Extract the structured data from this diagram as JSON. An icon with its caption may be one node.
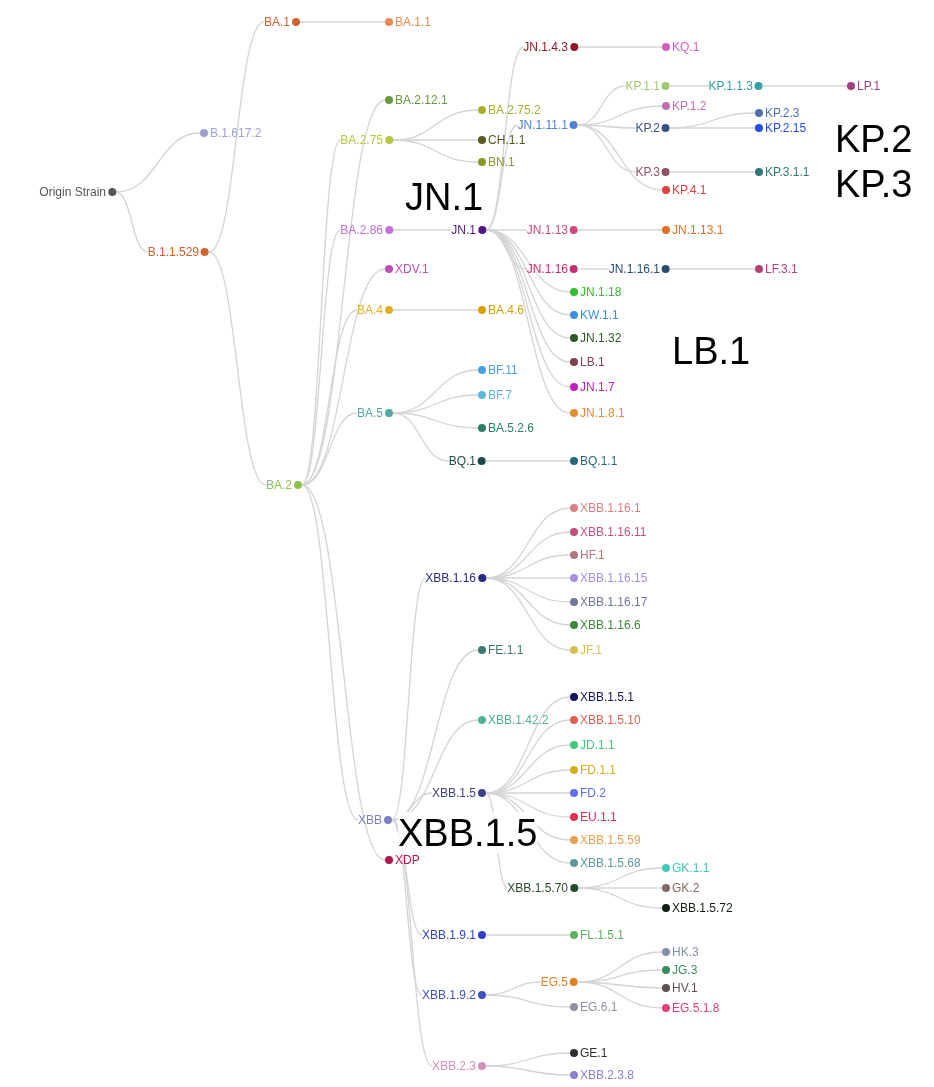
{
  "diagram": {
    "nodes": [
      {
        "text": [
          "Origin Strain"
        ]
      },
      {
        "text": [
          "B.1.617.2"
        ]
      },
      {
        "text": [
          "B.1.1.529"
        ]
      },
      {
        "text": [
          "BA.1"
        ]
      },
      {
        "text": [
          "BA.1.1"
        ]
      },
      {
        "text": [
          "BA.2"
        ]
      },
      {
        "text": [
          "BA.2.12.1"
        ]
      },
      {
        "text": [
          "BA.2.75"
        ]
      },
      {
        "text": [
          "BA.2.86"
        ]
      },
      {
        "text": [
          "XDV.1"
        ]
      },
      {
        "text": [
          "BA.4"
        ]
      },
      {
        "text": [
          "BA.5"
        ]
      },
      {
        "text": [
          "XBB"
        ]
      },
      {
        "text": [
          "XDP"
        ]
      },
      {
        "text": [
          "BA.2.75.2"
        ]
      },
      {
        "text": [
          "CH.1.1"
        ]
      },
      {
        "text": [
          "BN.1"
        ]
      },
      {
        "text": [
          "JN.1"
        ]
      },
      {
        "text": [
          "BA.4.6"
        ]
      },
      {
        "text": [
          "BF.11"
        ]
      },
      {
        "text": [
          "BF.7"
        ]
      },
      {
        "text": [
          "BA.5.2.6"
        ]
      },
      {
        "text": [
          "BQ.1"
        ]
      },
      {
        "text": [
          "JN.1.4.3"
        ]
      },
      {
        "text": [
          "JN.1.11.1"
        ]
      },
      {
        "text": [
          "JN.1.13"
        ]
      },
      {
        "text": [
          "JN.1.16"
        ]
      },
      {
        "text": [
          "JN.1.18"
        ]
      },
      {
        "text": [
          "KW.1.1"
        ]
      },
      {
        "text": [
          "JN.1.32"
        ]
      },
      {
        "text": [
          "LB.1"
        ]
      },
      {
        "text": [
          "JN.1.7"
        ]
      },
      {
        "text": [
          "JN.1.8.1"
        ]
      },
      {
        "text": [
          "BQ.1.1"
        ]
      },
      {
        "text": [
          "KQ.1"
        ]
      },
      {
        "text": [
          "KP.1.1"
        ]
      },
      {
        "text": [
          "KP.1.2"
        ]
      },
      {
        "text": [
          "KP.2"
        ]
      },
      {
        "text": [
          "KP.3"
        ]
      },
      {
        "text": [
          "KP.4.1"
        ]
      },
      {
        "text": [
          "JN.1.13.1"
        ]
      },
      {
        "text": [
          "JN.1.16.1"
        ]
      },
      {
        "text": [
          "KP.1.1.3"
        ]
      },
      {
        "text": [
          "KP.2.3"
        ]
      },
      {
        "text": [
          "KP.2.15"
        ]
      },
      {
        "text": [
          "KP.3.1.1"
        ]
      },
      {
        "text": [
          "LF.3.1"
        ]
      },
      {
        "text": [
          "LP.1"
        ]
      },
      {
        "text": [
          "XBB.1.16"
        ]
      },
      {
        "text": [
          "FE.1.1"
        ]
      },
      {
        "text": [
          "XBB.1.42.2"
        ]
      },
      {
        "text": [
          "XBB.1.5"
        ]
      },
      {
        "text": [
          "XBB.1.9.1"
        ]
      },
      {
        "text": [
          "XBB.1.9.2"
        ]
      },
      {
        "text": [
          "XBB.2.3"
        ]
      },
      {
        "text": [
          "XBB.1.16.1"
        ]
      },
      {
        "text": [
          "XBB.1.16.11"
        ]
      },
      {
        "text": [
          "HF.1"
        ]
      },
      {
        "text": [
          "XBB.1.16.15"
        ]
      },
      {
        "text": [
          "XBB.1.16.17"
        ]
      },
      {
        "text": [
          "XBB.1.16.6"
        ]
      },
      {
        "text": [
          "JF.1"
        ]
      },
      {
        "text": [
          "XBB.1.5.1"
        ]
      },
      {
        "text": [
          "XBB.1.5.10"
        ]
      },
      {
        "text": [
          "JD.1.1"
        ]
      },
      {
        "text": [
          "FD.1.1"
        ]
      },
      {
        "text": [
          "FD.2"
        ]
      },
      {
        "text": [
          "EU.1.1"
        ]
      },
      {
        "text": [
          "XBB.1.5.59"
        ]
      },
      {
        "text": [
          "XBB.1.5.68"
        ]
      },
      {
        "text": [
          "XBB.1.5.70"
        ]
      },
      {
        "text": [
          "FL.1.5.1"
        ]
      },
      {
        "text": [
          "EG.5"
        ]
      },
      {
        "text": [
          "EG.6.1"
        ]
      },
      {
        "text": [
          "GE.1"
        ]
      },
      {
        "text": [
          "XBB.2.3.8"
        ]
      },
      {
        "text": [
          "GK.1.1"
        ]
      },
      {
        "text": [
          "GK.2"
        ]
      },
      {
        "text": [
          "XBB.1.5.72"
        ]
      },
      {
        "text": [
          "HK.3"
        ]
      },
      {
        "text": [
          "JG.3"
        ]
      },
      {
        "text": [
          "HV.1"
        ]
      },
      {
        "text": [
          "EG.5.1.8"
        ]
      }
    ],
    "edges": [
      {
        "from": 0,
        "to": 1,
        "arrow": "none"
      },
      {
        "from": 0,
        "to": 2,
        "arrow": "none"
      },
      {
        "from": 2,
        "to": 3,
        "arrow": "none"
      },
      {
        "from": 3,
        "to": 4,
        "arrow": "none"
      },
      {
        "from": 2,
        "to": 5,
        "arrow": "none"
      },
      {
        "from": 5,
        "to": 6,
        "arrow": "none"
      },
      {
        "from": 5,
        "to": 7,
        "arrow": "none"
      },
      {
        "from": 5,
        "to": 8,
        "arrow": "none"
      },
      {
        "from": 5,
        "to": 9,
        "arrow": "none"
      },
      {
        "from": 5,
        "to": 10,
        "arrow": "none"
      },
      {
        "from": 5,
        "to": 11,
        "arrow": "none"
      },
      {
        "from": 5,
        "to": 12,
        "arrow": "none"
      },
      {
        "from": 5,
        "to": 13,
        "arrow": "none"
      },
      {
        "from": 7,
        "to": 14,
        "arrow": "none"
      },
      {
        "from": 7,
        "to": 15,
        "arrow": "none"
      },
      {
        "from": 7,
        "to": 16,
        "arrow": "none"
      },
      {
        "from": 8,
        "to": 17,
        "arrow": "none"
      },
      {
        "from": 10,
        "to": 18,
        "arrow": "none"
      },
      {
        "from": 11,
        "to": 19,
        "arrow": "none"
      },
      {
        "from": 11,
        "to": 20,
        "arrow": "none"
      },
      {
        "from": 11,
        "to": 21,
        "arrow": "none"
      },
      {
        "from": 11,
        "to": 22,
        "arrow": "none"
      },
      {
        "from": 17,
        "to": 23,
        "arrow": "none"
      },
      {
        "from": 17,
        "to": 24,
        "arrow": "none"
      },
      {
        "from": 17,
        "to": 25,
        "arrow": "none"
      },
      {
        "from": 17,
        "to": 26,
        "arrow": "none"
      },
      {
        "from": 17,
        "to": 27,
        "arrow": "none"
      },
      {
        "from": 17,
        "to": 28,
        "arrow": "none"
      },
      {
        "from": 17,
        "to": 29,
        "arrow": "none"
      },
      {
        "from": 17,
        "to": 30,
        "arrow": "none"
      },
      {
        "from": 17,
        "to": 31,
        "arrow": "none"
      },
      {
        "from": 17,
        "to": 32,
        "arrow": "none"
      },
      {
        "from": 22,
        "to": 33,
        "arrow": "none"
      },
      {
        "from": 23,
        "to": 34,
        "arrow": "none"
      },
      {
        "from": 24,
        "to": 35,
        "arrow": "none"
      },
      {
        "from": 24,
        "to": 36,
        "arrow": "none"
      },
      {
        "from": 24,
        "to": 37,
        "arrow": "none"
      },
      {
        "from": 24,
        "to": 38,
        "arrow": "none"
      },
      {
        "from": 24,
        "to": 39,
        "arrow": "none"
      },
      {
        "from": 25,
        "to": 40,
        "arrow": "none"
      },
      {
        "from": 26,
        "to": 41,
        "arrow": "none"
      },
      {
        "from": 35,
        "to": 42,
        "arrow": "none"
      },
      {
        "from": 37,
        "to": 43,
        "arrow": "none"
      },
      {
        "from": 37,
        "to": 44,
        "arrow": "none"
      },
      {
        "from": 38,
        "to": 45,
        "arrow": "none"
      },
      {
        "from": 41,
        "to": 46,
        "arrow": "none"
      },
      {
        "from": 42,
        "to": 47,
        "arrow": "none"
      },
      {
        "from": 12,
        "to": 48,
        "arrow": "none"
      },
      {
        "from": 12,
        "to": 49,
        "arrow": "none"
      },
      {
        "from": 12,
        "to": 50,
        "arrow": "none"
      },
      {
        "from": 12,
        "to": 51,
        "arrow": "none"
      },
      {
        "from": 12,
        "to": 52,
        "arrow": "none"
      },
      {
        "from": 12,
        "to": 53,
        "arrow": "none"
      },
      {
        "from": 12,
        "to": 54,
        "arrow": "none"
      },
      {
        "from": 48,
        "to": 55,
        "arrow": "none"
      },
      {
        "from": 48,
        "to": 56,
        "arrow": "none"
      },
      {
        "from": 48,
        "to": 57,
        "arrow": "none"
      },
      {
        "from": 48,
        "to": 58,
        "arrow": "none"
      },
      {
        "from": 48,
        "to": 59,
        "arrow": "none"
      },
      {
        "from": 48,
        "to": 60,
        "arrow": "none"
      },
      {
        "from": 48,
        "to": 61,
        "arrow": "none"
      },
      {
        "from": 51,
        "to": 62,
        "arrow": "none"
      },
      {
        "from": 51,
        "to": 63,
        "arrow": "none"
      },
      {
        "from": 51,
        "to": 64,
        "arrow": "none"
      },
      {
        "from": 51,
        "to": 65,
        "arrow": "none"
      },
      {
        "from": 51,
        "to": 66,
        "arrow": "none"
      },
      {
        "from": 51,
        "to": 67,
        "arrow": "none"
      },
      {
        "from": 51,
        "to": 68,
        "arrow": "none"
      },
      {
        "from": 51,
        "to": 69,
        "arrow": "none"
      },
      {
        "from": 51,
        "to": 70,
        "arrow": "none"
      },
      {
        "from": 52,
        "to": 71,
        "arrow": "none"
      },
      {
        "from": 53,
        "to": 72,
        "arrow": "none"
      },
      {
        "from": 53,
        "to": 73,
        "arrow": "none"
      },
      {
        "from": 54,
        "to": 74,
        "arrow": "none"
      },
      {
        "from": 54,
        "to": 75,
        "arrow": "none"
      },
      {
        "from": 70,
        "to": 76,
        "arrow": "none"
      },
      {
        "from": 70,
        "to": 77,
        "arrow": "none"
      },
      {
        "from": 70,
        "to": 78,
        "arrow": "none"
      },
      {
        "from": 72,
        "to": 79,
        "arrow": "none"
      },
      {
        "from": 72,
        "to": 80,
        "arrow": "none"
      },
      {
        "from": 72,
        "to": 81,
        "arrow": "none"
      },
      {
        "from": 72,
        "to": 82,
        "arrow": "none"
      }
    ],
    "labels": [
      "JN.1",
      "KP.2",
      "KP.3",
      "LB.1",
      "XBB.1.5"
    ]
  }
}
